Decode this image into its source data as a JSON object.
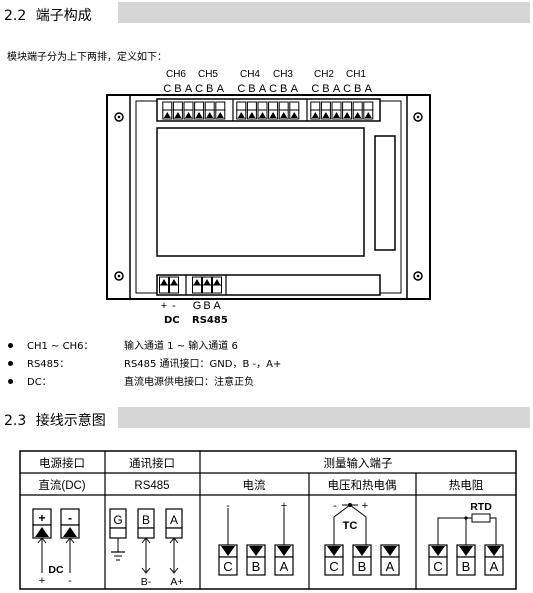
{
  "section1": {
    "number": "2.2",
    "title": "端子构成",
    "intro": "模块端子分为上下两排，定义如下：",
    "top_groups": [
      "CH6",
      "CH5",
      "CH4",
      "CH3",
      "CH2",
      "CH1"
    ],
    "top_letters": [
      "C",
      "B",
      "A",
      "C",
      "B",
      "A",
      "C",
      "B",
      "A",
      "C",
      "B",
      "A",
      "C",
      "B",
      "A",
      "C",
      "B",
      "A"
    ],
    "bottom_pins": [
      "+",
      "-",
      "G",
      "B",
      "A"
    ],
    "bottom_labels": [
      "DC",
      "RS485"
    ],
    "definitions": [
      {
        "key": "CH1 ~ CH6：",
        "value": "输入通道 1 ~ 输入通道 6"
      },
      {
        "key": "RS485：",
        "value": "RS485 通讯接口：GND，B -，A+"
      },
      {
        "key": "DC：",
        "value": "直流电源供电接口：注意正负"
      }
    ]
  },
  "section2": {
    "number": "2.3",
    "title": "接线示意图",
    "table": {
      "headers": [
        "电源接口",
        "通讯接口",
        "测量输入端子"
      ],
      "subheaders": [
        "直流(DC)",
        "RS485",
        "电流",
        "电压和热电偶",
        "热电阻"
      ],
      "power": {
        "pins": [
          "+",
          "-"
        ],
        "label": "DC",
        "signs": [
          "+",
          "-"
        ]
      },
      "comm": {
        "pins": [
          "G",
          "B",
          "A"
        ],
        "labels": [
          "B-",
          "A+"
        ]
      },
      "current": {
        "pins": [
          "C",
          "B",
          "A"
        ],
        "signs": [
          "-",
          "+"
        ]
      },
      "voltage": {
        "pins": [
          "C",
          "B",
          "A"
        ],
        "signs": [
          "-",
          "+"
        ],
        "label": "TC"
      },
      "rtd": {
        "pins": [
          "C",
          "B",
          "A"
        ],
        "label": "RTD"
      }
    }
  }
}
